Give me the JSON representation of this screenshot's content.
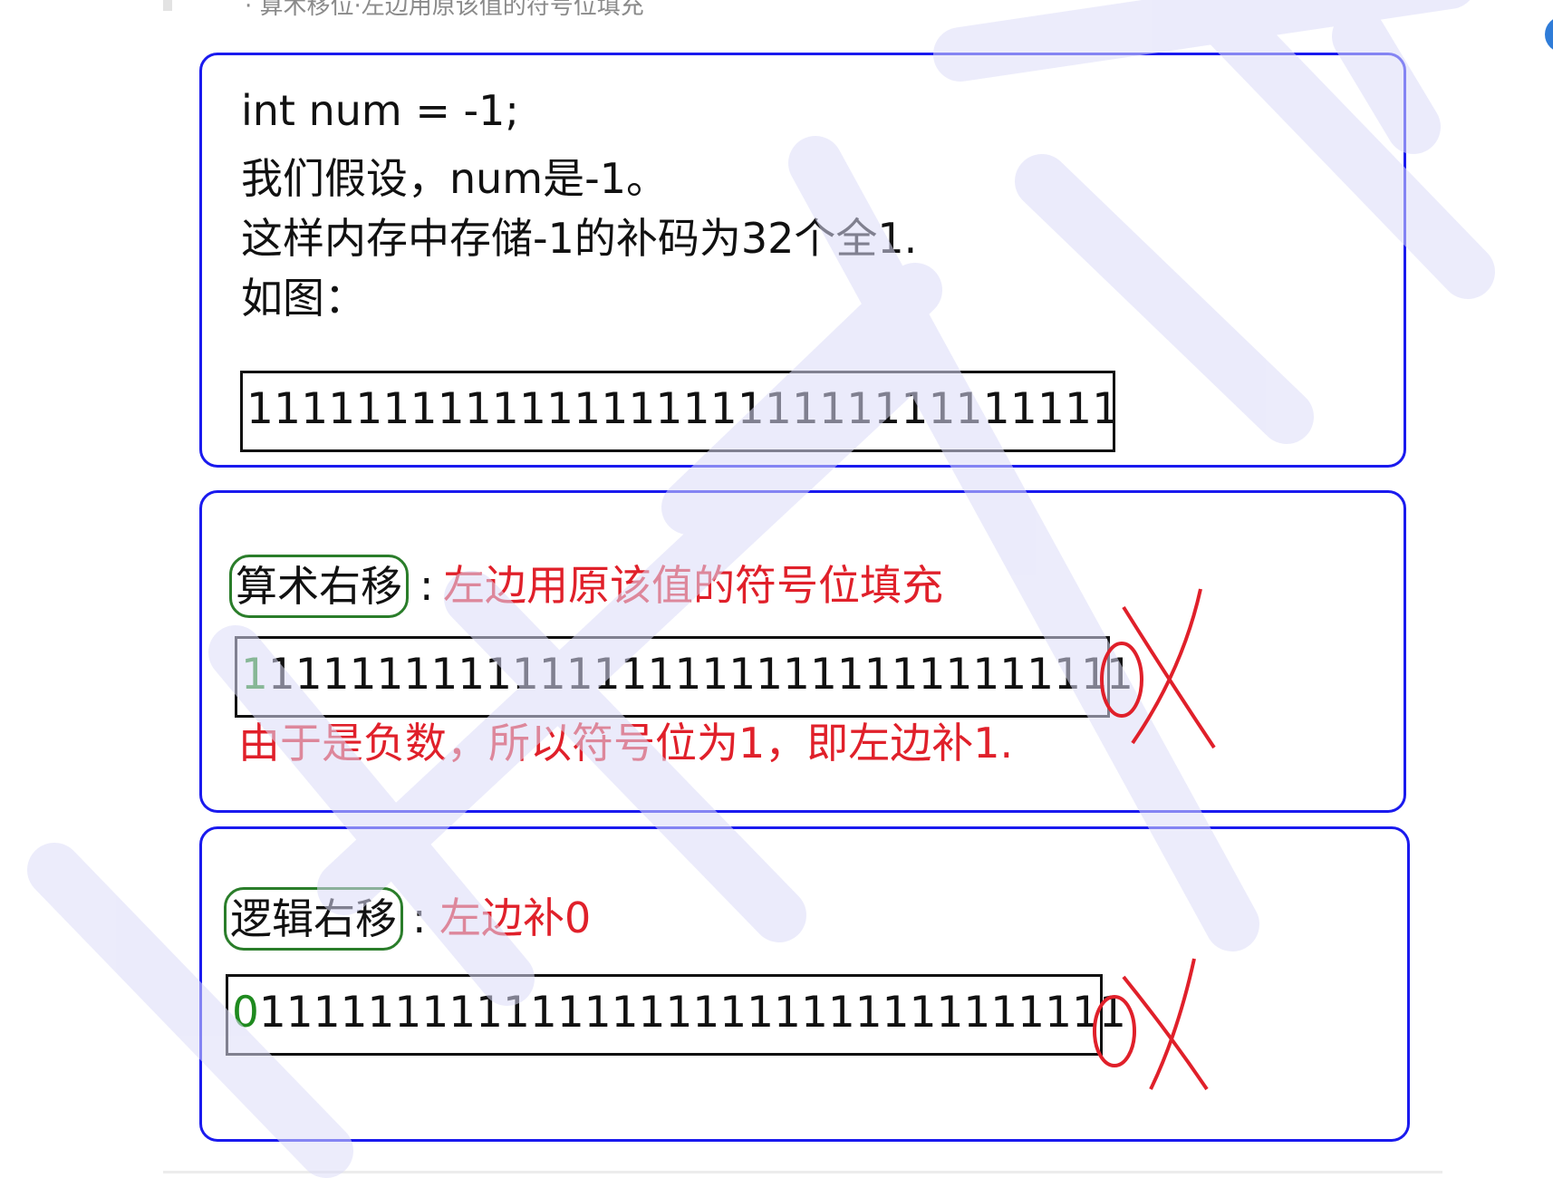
{
  "top_caption": "· 算术移位·左边用原该值的符号位填充",
  "panel1": {
    "line1": "int num = -1;",
    "line2": "我们假设，num是-1。",
    "line3": "这样内存中存储-1的补码为32个全1.",
    "line4": "如图：",
    "bits": "11111111111111111111111111111111"
  },
  "panel2": {
    "term": "算术右移",
    "colon": ":",
    "description": "左边用原该值的符号位填充",
    "lead_bit": "1",
    "bits_rest": "1111111111111111111111111111111",
    "overflow_bit": "1",
    "note": "由于是负数，所以符号位为1，即左边补1."
  },
  "panel3": {
    "term": "逻辑右移",
    "colon": ":",
    "description": "左边补0",
    "lead_bit": "0",
    "bits_rest": "1111111111111111111111111111111",
    "overflow_bit": "1"
  },
  "colors": {
    "panel_border": "#1a1aee",
    "emphasis_red": "#e0202a",
    "term_green": "#2a7d2a",
    "sign_bit_green": "#1f8a1f"
  }
}
